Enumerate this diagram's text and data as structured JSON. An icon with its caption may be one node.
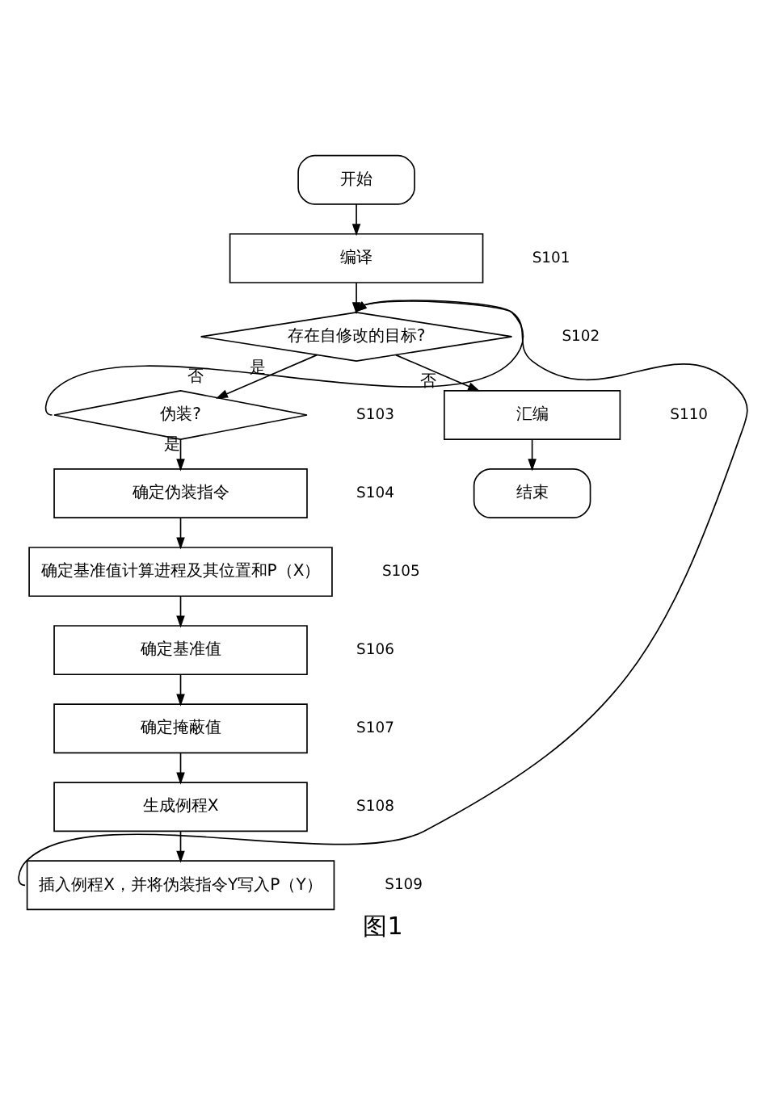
{
  "diagram": {
    "caption": "图1",
    "nodes": [
      {
        "text": [
          "开始"
        ]
      },
      {
        "text": [
          "编译"
        ],
        "beside": [
          "S101"
        ]
      },
      {
        "text": [
          "存在自修改的目标?"
        ],
        "beside": [
          "S102"
        ]
      },
      {
        "text": [
          "伪装?"
        ],
        "beside": [
          "S103"
        ]
      },
      {
        "text": [
          "确定伪装指令"
        ],
        "beside": [
          "S104"
        ]
      },
      {
        "text": [
          "确定基准值计算进程及其位置和P（X）"
        ],
        "beside": [
          "S105"
        ]
      },
      {
        "text": [
          "确定基准值"
        ],
        "beside": [
          "S106"
        ]
      },
      {
        "text": [
          "确定掩蔽值"
        ],
        "beside": [
          "S107"
        ]
      },
      {
        "text": [
          "生成例程X"
        ],
        "beside": [
          "S108"
        ]
      },
      {
        "text": [
          "插入例程X，并将伪装指令Y写入P（Y）"
        ],
        "beside": [
          "S109"
        ]
      },
      {
        "text": [
          "汇编"
        ],
        "beside": [
          "S110"
        ]
      },
      {
        "text": [
          "结束"
        ]
      }
    ],
    "edges": [
      {
        "from": 0,
        "to": 1,
        "arrow": "to"
      },
      {
        "from": 1,
        "to": 2,
        "arrow": "to"
      },
      {
        "from": 2,
        "to": 3,
        "arrow": "to",
        "label": "是"
      },
      {
        "from": 2,
        "to": 10,
        "arrow": "to",
        "label": "否"
      },
      {
        "from": 3,
        "to": 4,
        "arrow": "to",
        "label": "是"
      },
      {
        "from": 3,
        "to": 2,
        "arrow": "to",
        "label": "否"
      },
      {
        "from": 4,
        "to": 5,
        "arrow": "to"
      },
      {
        "from": 5,
        "to": 6,
        "arrow": "to"
      },
      {
        "from": 6,
        "to": 7,
        "arrow": "to"
      },
      {
        "from": 7,
        "to": 8,
        "arrow": "to"
      },
      {
        "from": 8,
        "to": 9,
        "arrow": "to"
      },
      {
        "from": 9,
        "to": 2,
        "arrow": "to"
      },
      {
        "from": 10,
        "to": 11,
        "arrow": "to"
      }
    ]
  }
}
